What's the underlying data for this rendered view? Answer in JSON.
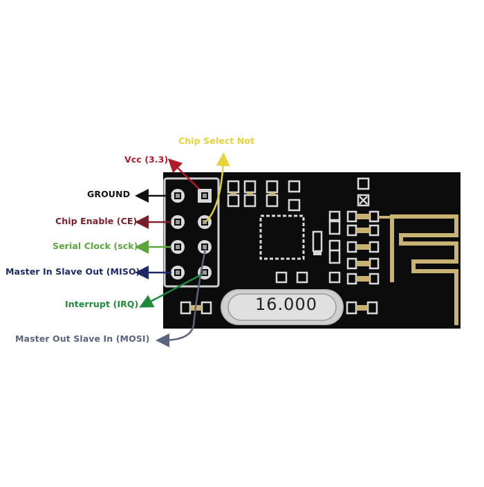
{
  "colors": {
    "background": "#ffffff",
    "board": "#0c0c0c",
    "pad": "#d9d9d9",
    "trace": "#c8b070",
    "antenna": "#c9b275"
  },
  "pins": {
    "chip_select_not": {
      "label": "Chip Select Not",
      "color": "#e6d23a"
    },
    "vcc": {
      "label": "Vcc (3.3)",
      "color": "#b01a2a"
    },
    "ground": {
      "label": "GROUND",
      "color": "#111111"
    },
    "chip_enable": {
      "label": "Chip Enable (CE)",
      "color": "#7a1f2a"
    },
    "serial_clock": {
      "label": "Serial Clock (sck)",
      "color": "#5aa63c"
    },
    "miso": {
      "label": "Master In Slave Out (MISO)",
      "color": "#1b2a66"
    },
    "irq": {
      "label": "Interrupt (IRQ)",
      "color": "#1e8a3a"
    },
    "mosi": {
      "label": "Master Out Slave In (MOSI)",
      "color": "#5a6480"
    }
  },
  "board": {
    "crystal_label": "16.000"
  }
}
